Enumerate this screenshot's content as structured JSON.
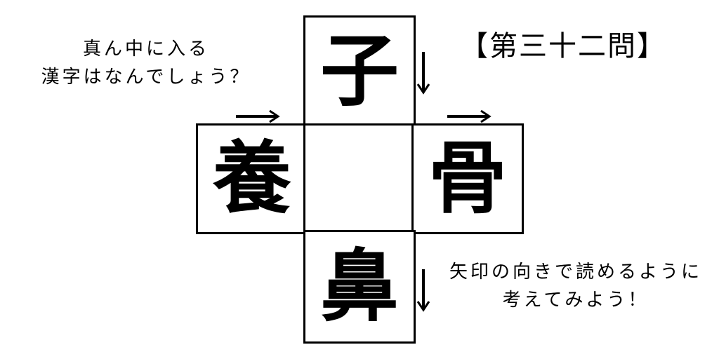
{
  "title": "【第三十二問】",
  "instructions": {
    "top_left": [
      "真ん中に入る",
      "漢字はなんでしょう？"
    ],
    "bottom_right": [
      "矢印の向きで読めるように",
      "考えてみよう！"
    ]
  },
  "puzzle": {
    "top": "子",
    "left": "養",
    "right": "骨",
    "bottom": "鼻",
    "center": ""
  },
  "icons": {
    "horizontal_arrow": "right-arrow-icon",
    "vertical_arrow": "down-arrow-icon"
  }
}
